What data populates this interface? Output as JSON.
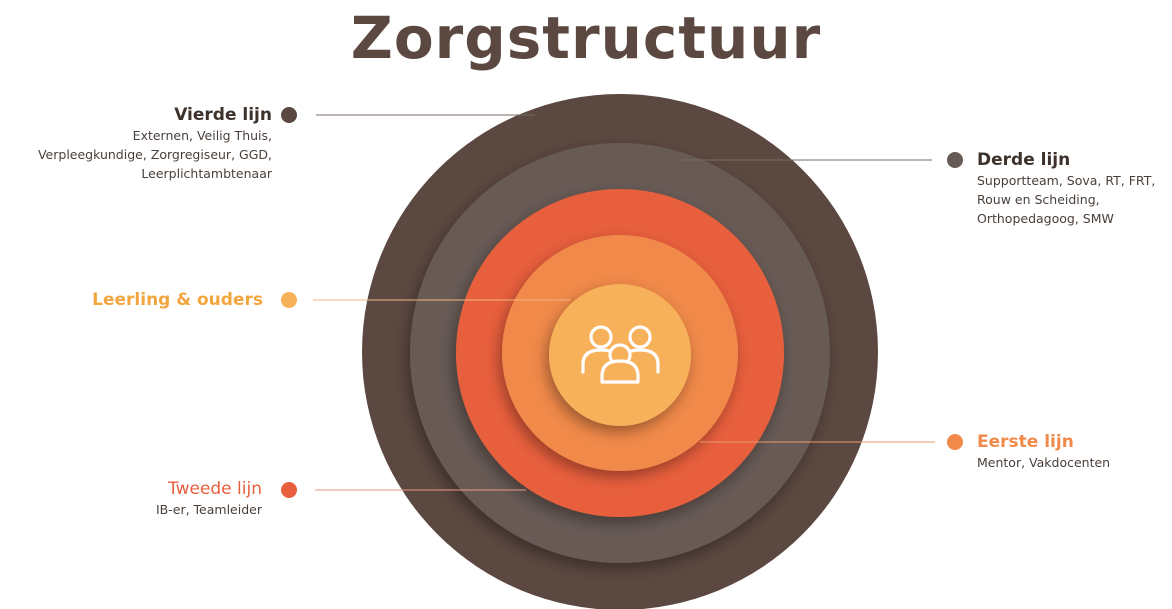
{
  "title": "Zorgstructuur",
  "colors": {
    "outer": "#5b4840",
    "third": "#675a55",
    "second": "#e85f3e",
    "first": "#f0894a",
    "core": "#f7b15a",
    "text_dark": "#3d312b"
  },
  "center_icon": "people-group-icon",
  "levels": [
    {
      "key": "vierde",
      "title": "Vierde lijn",
      "details": [
        "Externen, Veilig Thuis,",
        "Verpleegkundige, Zorgregiseur, GGD,",
        "Leerplichtambtenaar"
      ]
    },
    {
      "key": "derde",
      "title": "Derde lijn",
      "details": [
        "Supportteam, Sova, RT, FRT,",
        "Rouw en Scheiding,",
        "Orthopedagoog, SMW"
      ]
    },
    {
      "key": "leerling",
      "title": "Leerling & ouders",
      "details": []
    },
    {
      "key": "eerste",
      "title": "Eerste lijn",
      "details": [
        "Mentor, Vakdocenten"
      ]
    },
    {
      "key": "tweede",
      "title": "Tweede lijn",
      "details": [
        "IB-er, Teamleider"
      ]
    }
  ]
}
